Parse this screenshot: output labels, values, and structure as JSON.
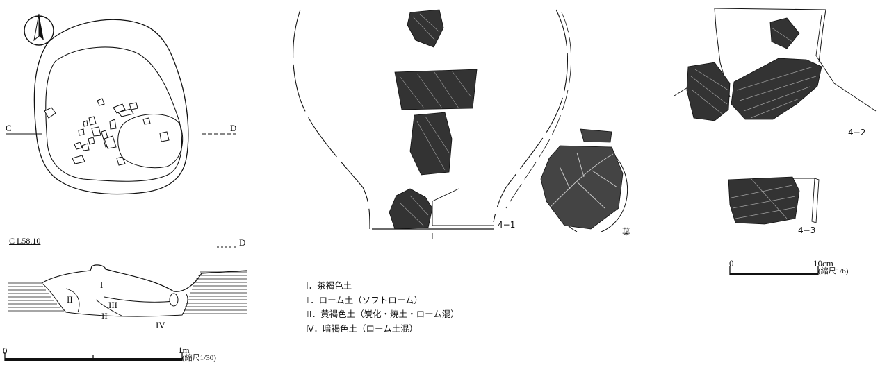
{
  "plan": {
    "section_left": "C",
    "section_right": "D"
  },
  "profile": {
    "left_label": "C L58.10",
    "right_label": "D",
    "layer_labels": [
      "I",
      "II",
      "III",
      "II",
      "IV"
    ]
  },
  "scale_1": {
    "start": "0",
    "end": "1m",
    "ratio": "(縮尺1/30)"
  },
  "vessel_1": {
    "id": "4−1",
    "leaf_label": "葉"
  },
  "legend": [
    "Ⅰ．茶褐色土",
    "Ⅱ．ローム土（ソフトローム）",
    "Ⅲ．黄褐色土（炭化・焼土・ローム混）",
    "Ⅳ．暗褐色土（ローム土混）"
  ],
  "vessel_2": {
    "id": "4−2"
  },
  "vessel_3": {
    "id": "4−3"
  },
  "scale_2": {
    "start": "0",
    "end": "10cm",
    "ratio": "(縮尺1/6)"
  }
}
